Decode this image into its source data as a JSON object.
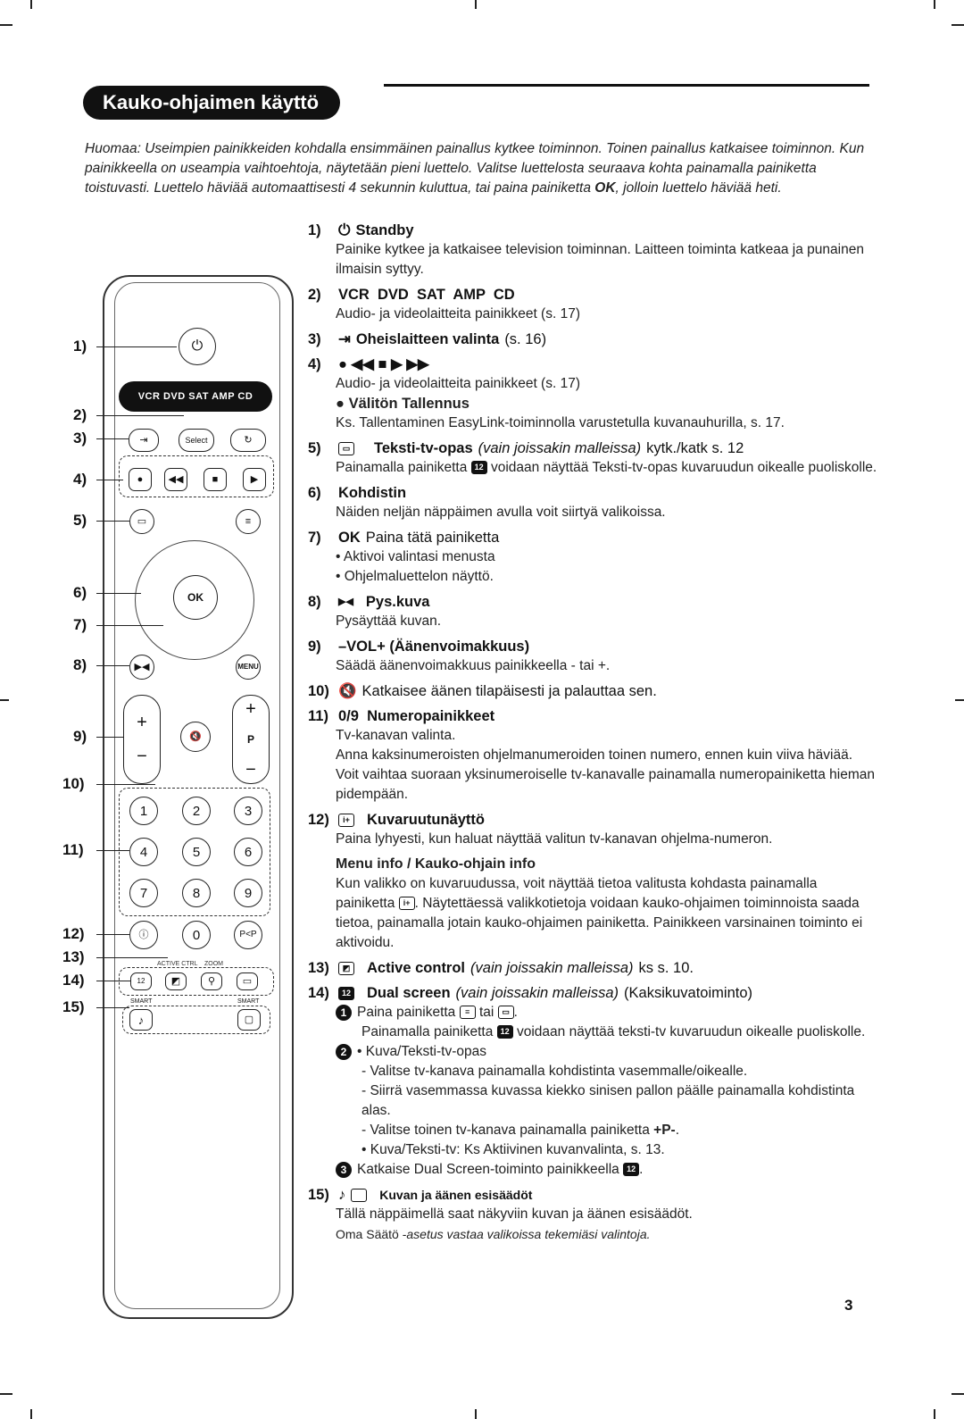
{
  "title": "Kauko-ohjaimen käyttö",
  "intro": "Huomaa: Useimpien painikkeiden kohdalla ensimmäinen painallus kytkee toiminnon. Toinen painallus katkaisee toiminnon. Kun painikkeella on useampia vaihtoehtoja, näytetään pieni luettelo. Valitse luettelosta seuraava kohta painamalla painiketta toistuvasti. Luettelo häviää automaattisesti 4 sekunnin kuluttua, tai paina painiketta",
  "intro_ok": "OK",
  "intro_end": ", jolloin luettelo häviää heti.",
  "remote": {
    "source_label": "VCR DVD SAT AMP CD",
    "select": "Select",
    "ok": "OK",
    "menu": "MENU",
    "p": "P",
    "digits": [
      "1",
      "2",
      "3",
      "4",
      "5",
      "6",
      "7",
      "8",
      "9"
    ],
    "zero": "0",
    "pip": "P<P",
    "active_ctrl": "ACTIVE CTRL",
    "zoom": "ZOOM",
    "smart_left": "SMART",
    "smart_right": "SMART",
    "callouts": [
      "1)",
      "2)",
      "3)",
      "4)",
      "5)",
      "6)",
      "7)",
      "8)",
      "9)",
      "10)",
      "11)",
      "12)",
      "13)",
      "14)",
      "15)"
    ]
  },
  "items": {
    "i1": {
      "num": "1)",
      "title": "Standby",
      "desc": "Painike kytkee ja katkaisee television toiminnan. Laitteen toiminta katkeaa ja punainen ilmaisin syttyy."
    },
    "i2": {
      "num": "2)",
      "title": "VCR  DVD  SAT  AMP  CD",
      "desc": "Audio- ja videolaitteita painikkeet (s. 17)"
    },
    "i3": {
      "num": "3)",
      "title": "Oheislaitteen valinta",
      "page": "(s. 16)"
    },
    "i4": {
      "num": "4)",
      "symbols": "● ◀◀ ■ ▶ ▶▶",
      "desc": "Audio- ja videolaitteita painikkeet (s. 17)",
      "sub_title": "Välitön Tallennus",
      "sub_desc": "Ks. Tallentaminen EasyLink-toiminnolla varustetulla kuvanauhurilla, s. 17."
    },
    "i5": {
      "num": "5)",
      "title": "Teksti-tv-opas",
      "note": "(vain joissakin malleissa)",
      "tail": "kytk./katk s. 12",
      "desc_a": "Painamalla painiketta",
      "desc_b": "voidaan näyttää Teksti-tv-opas kuvaruudun oikealle puoliskolle."
    },
    "i6": {
      "num": "6)",
      "title": "Kohdistin",
      "desc": "Näiden neljän näppäimen avulla voit siirtyä valikoissa."
    },
    "i7": {
      "num": "7)",
      "title": "OK",
      "title_tail": "Paina tätä painiketta",
      "b1": "• Aktivoi valintasi menusta",
      "b2": "• Ohjelmaluettelon näyttö."
    },
    "i8": {
      "num": "8)",
      "title": "Pys.kuva",
      "desc": "Pysäyttää kuvan."
    },
    "i9": {
      "num": "9)",
      "title": "–VOL+ (Äänenvoimakkuus)",
      "desc": "Säädä äänenvoimakkuus painikkeella - tai +."
    },
    "i10": {
      "num": "10)",
      "desc": "Katkaisee äänen tilapäisesti ja palauttaa sen."
    },
    "i11": {
      "num": "11)",
      "title": "0/9  Numeropainikkeet",
      "desc1": "Tv-kanavan valinta.",
      "desc2": "Anna kaksinumeroisten ohjelmanumeroiden toinen numero, ennen kuin viiva häviää. Voit vaihtaa suoraan yksinumeroiselle tv-kanavalle painamalla numeropainiketta hieman pidempään."
    },
    "i12": {
      "num": "12)",
      "title": "Kuvaruutunäyttö",
      "desc": "Paina lyhyesti, kun haluat näyttää valitun tv-kanavan ohjelma-numeron.",
      "sub_title": "Menu info / Kauko-ohjain info",
      "sub_desc_a": "Kun valikko on kuvaruudussa, voit näyttää tietoa valitusta kohdasta painamalla painiketta",
      "sub_desc_b": ". Näytettäessä valikkotietoja voidaan kauko-ohjaimen toiminnoista saada tietoa, painamalla jotain kauko-ohjaimen painiketta. Painikkeen varsinainen toiminto ei aktivoidu."
    },
    "i13": {
      "num": "13)",
      "title": "Active control",
      "note": "(vain joissakin malleissa)",
      "tail": "ks s. 10."
    },
    "i14": {
      "num": "14)",
      "title": "Dual screen",
      "note": "(vain joissakin malleissa)",
      "tail": "(Kaksikuvatoiminto)",
      "s1a": "Paina painiketta",
      "s1b": "tai",
      "s1c": ".",
      "s1d": "Painamalla painiketta",
      "s1e": "voidaan näyttää teksti-tv kuvaruudun oikealle puoliskolle.",
      "s2a": "• Kuva/Teksti-tv-opas",
      "s2b": "- Valitse tv-kanava painamalla kohdistinta vasemmalle/oikealle.",
      "s2c": "- Siirrä vasemmassa kuvassa kiekko sinisen pallon päälle painamalla kohdistinta alas.",
      "s2d": "- Valitse toinen tv-kanava painamalla painiketta",
      "s2d_bold": "+P-",
      "s2d_end": ".",
      "s2e": "• Kuva/Teksti-tv: Ks Aktiivinen kuvanvalinta, s. 13.",
      "s3": "Katkaise Dual Screen-toiminto painikkeella",
      "s3_end": "."
    },
    "i15": {
      "num": "15)",
      "title": "Kuvan ja äänen esisäädöt",
      "desc": "Tällä näppäimellä saat näkyviin kuvan ja äänen esisäädöt.",
      "desc2a": "Oma Säätö -",
      "desc2b": "asetus vastaa valikoissa tekemiäsi valintoja."
    }
  },
  "page_number": "3"
}
